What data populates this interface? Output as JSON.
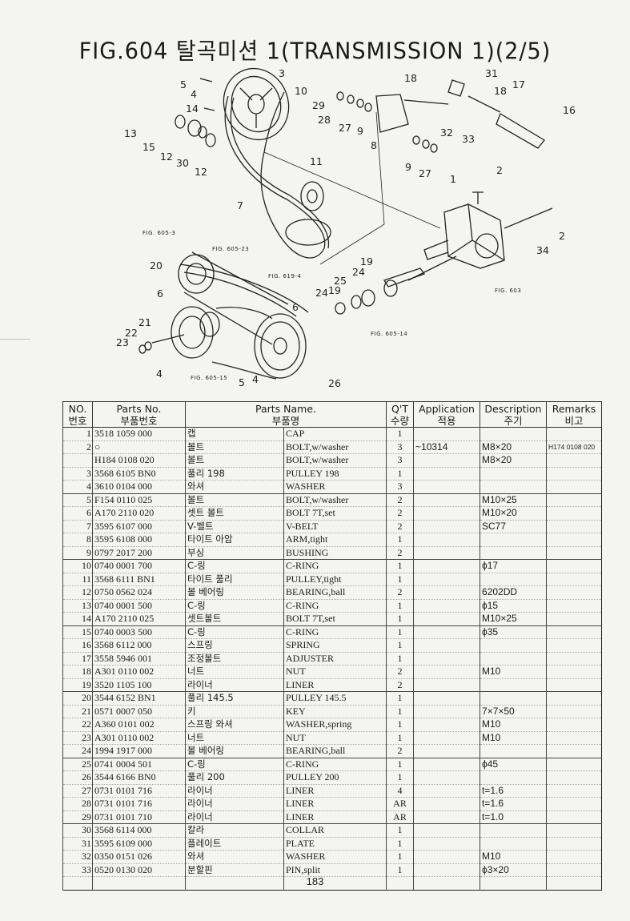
{
  "header": {
    "title": "FIG.604 탈곡미션 1(TRANSMISSION 1)(2/5)"
  },
  "diagram": {
    "callouts": [
      "1",
      "2",
      "2",
      "3",
      "4",
      "4",
      "5",
      "5",
      "6",
      "6",
      "7",
      "8",
      "9",
      "9",
      "10",
      "11",
      "12",
      "12",
      "13",
      "14",
      "15",
      "16",
      "17",
      "18",
      "18",
      "19",
      "19",
      "20",
      "21",
      "22",
      "23",
      "24",
      "24",
      "25",
      "26",
      "27",
      "27",
      "28",
      "29",
      "30",
      "31",
      "32",
      "33",
      "34"
    ],
    "fig_refs": [
      "FIG. 605-3",
      "FIG. 605-23",
      "FIG. 619-4",
      "FIG. 605-14",
      "FIG. 603",
      "FIG. 605-15"
    ]
  },
  "table": {
    "headers": {
      "no": "NO.",
      "no_ko": "번호",
      "parts_no": "Parts No.",
      "parts_no_ko": "부품번호",
      "parts_name": "Parts Name.",
      "parts_name_ko": "부품명",
      "qty": "Q'T",
      "qty_ko": "수량",
      "application": "Application",
      "application_ko": "적용",
      "description": "Description",
      "description_ko": "주기",
      "remarks": "Remarks",
      "remarks_ko": "비고"
    },
    "rows": [
      {
        "no": "1",
        "part": "3518 1059 000",
        "ko": "캡",
        "en": "CAP",
        "qty": "1",
        "app": "",
        "desc": "",
        "rem": ""
      },
      {
        "no": "2",
        "part": "○",
        "ko": "볼트",
        "en": "BOLT,w/washer",
        "qty": "3",
        "app": "~10314",
        "desc": "M8×20",
        "rem": "H174 0108 020"
      },
      {
        "no": "",
        "part": "H184 0108 020",
        "ko": "볼트",
        "en": "BOLT,w/washer",
        "qty": "3",
        "app": "",
        "desc": "M8×20",
        "rem": ""
      },
      {
        "no": "3",
        "part": "3568 6105 BN0",
        "ko": "풀리 198",
        "en": "PULLEY 198",
        "qty": "1",
        "app": "",
        "desc": "",
        "rem": ""
      },
      {
        "no": "4",
        "part": "3610 0104 000",
        "ko": "와셔",
        "en": "WASHER",
        "qty": "3",
        "app": "",
        "desc": "",
        "rem": ""
      },
      {
        "no": "5",
        "part": "F154 0110 025",
        "ko": "볼트",
        "en": "BOLT,w/washer",
        "qty": "2",
        "app": "",
        "desc": "M10×25",
        "rem": ""
      },
      {
        "no": "6",
        "part": "A170 2110 020",
        "ko": "셋트 볼트",
        "en": "BOLT 7T,set",
        "qty": "2",
        "app": "",
        "desc": "M10×20",
        "rem": ""
      },
      {
        "no": "7",
        "part": "3595 6107 000",
        "ko": "V-벨트",
        "en": "V-BELT",
        "qty": "2",
        "app": "",
        "desc": "SC77",
        "rem": ""
      },
      {
        "no": "8",
        "part": "3595 6108 000",
        "ko": "타이트 아암",
        "en": "ARM,tight",
        "qty": "1",
        "app": "",
        "desc": "",
        "rem": ""
      },
      {
        "no": "9",
        "part": "0797 2017 200",
        "ko": "부싱",
        "en": "BUSHING",
        "qty": "2",
        "app": "",
        "desc": "",
        "rem": ""
      },
      {
        "no": "10",
        "part": "0740 0001 700",
        "ko": "C-링",
        "en": "C-RING",
        "qty": "1",
        "app": "",
        "desc": "ϕ17",
        "rem": ""
      },
      {
        "no": "11",
        "part": "3568 6111 BN1",
        "ko": "타이트 풀리",
        "en": "PULLEY,tight",
        "qty": "1",
        "app": "",
        "desc": "",
        "rem": ""
      },
      {
        "no": "12",
        "part": "0750 0562 024",
        "ko": "볼 베어링",
        "en": "BEARING,ball",
        "qty": "2",
        "app": "",
        "desc": "6202DD",
        "rem": ""
      },
      {
        "no": "13",
        "part": "0740 0001 500",
        "ko": "C-링",
        "en": "C-RING",
        "qty": "1",
        "app": "",
        "desc": "ϕ15",
        "rem": ""
      },
      {
        "no": "14",
        "part": "A170 2110 025",
        "ko": "셋트볼트",
        "en": "BOLT 7T,set",
        "qty": "1",
        "app": "",
        "desc": "M10×25",
        "rem": ""
      },
      {
        "no": "15",
        "part": "0740 0003 500",
        "ko": "C-링",
        "en": "C-RING",
        "qty": "1",
        "app": "",
        "desc": "ϕ35",
        "rem": ""
      },
      {
        "no": "16",
        "part": "3568 6112 000",
        "ko": "스프링",
        "en": "SPRING",
        "qty": "1",
        "app": "",
        "desc": "",
        "rem": ""
      },
      {
        "no": "17",
        "part": "3558 5946 001",
        "ko": "조정볼트",
        "en": "ADJUSTER",
        "qty": "1",
        "app": "",
        "desc": "",
        "rem": ""
      },
      {
        "no": "18",
        "part": "A301 0110 002",
        "ko": "너트",
        "en": "NUT",
        "qty": "2",
        "app": "",
        "desc": "M10",
        "rem": ""
      },
      {
        "no": "19",
        "part": "3520 1105 100",
        "ko": "라이너",
        "en": "LINER",
        "qty": "2",
        "app": "",
        "desc": "",
        "rem": ""
      },
      {
        "no": "20",
        "part": "3544 6152 BN1",
        "ko": "풀리 145.5",
        "en": "PULLEY 145.5",
        "qty": "1",
        "app": "",
        "desc": "",
        "rem": ""
      },
      {
        "no": "21",
        "part": "0571 0007 050",
        "ko": "키",
        "en": "KEY",
        "qty": "1",
        "app": "",
        "desc": "7×7×50",
        "rem": ""
      },
      {
        "no": "22",
        "part": "A360 0101 002",
        "ko": "스프링 와셔",
        "en": "WASHER,spring",
        "qty": "1",
        "app": "",
        "desc": "M10",
        "rem": ""
      },
      {
        "no": "23",
        "part": "A301 0110 002",
        "ko": "너트",
        "en": "NUT",
        "qty": "1",
        "app": "",
        "desc": "M10",
        "rem": ""
      },
      {
        "no": "24",
        "part": "1994 1917 000",
        "ko": "볼 베어링",
        "en": "BEARING,ball",
        "qty": "2",
        "app": "",
        "desc": "",
        "rem": ""
      },
      {
        "no": "25",
        "part": "0741 0004 501",
        "ko": "C-링",
        "en": "C-RING",
        "qty": "1",
        "app": "",
        "desc": "ϕ45",
        "rem": ""
      },
      {
        "no": "26",
        "part": "3544 6166 BN0",
        "ko": "풀리 200",
        "en": "PULLEY 200",
        "qty": "1",
        "app": "",
        "desc": "",
        "rem": ""
      },
      {
        "no": "27",
        "part": "0731 0101 716",
        "ko": "라이너",
        "en": "LINER",
        "qty": "4",
        "app": "",
        "desc": "t=1.6",
        "rem": ""
      },
      {
        "no": "28",
        "part": "0731 0101 716",
        "ko": "라이너",
        "en": "LINER",
        "qty": "AR",
        "app": "",
        "desc": "t=1.6",
        "rem": ""
      },
      {
        "no": "29",
        "part": "0731 0101 710",
        "ko": "라이너",
        "en": "LINER",
        "qty": "AR",
        "app": "",
        "desc": "t=1.0",
        "rem": ""
      },
      {
        "no": "30",
        "part": "3568 6114 000",
        "ko": "칼라",
        "en": "COLLAR",
        "qty": "1",
        "app": "",
        "desc": "",
        "rem": ""
      },
      {
        "no": "31",
        "part": "3595 6109 000",
        "ko": "플레이트",
        "en": "PLATE",
        "qty": "1",
        "app": "",
        "desc": "",
        "rem": ""
      },
      {
        "no": "32",
        "part": "0350 0151 026",
        "ko": "와셔",
        "en": "WASHER",
        "qty": "1",
        "app": "",
        "desc": "M10",
        "rem": ""
      },
      {
        "no": "33",
        "part": "0520 0130 020",
        "ko": "분할핀",
        "en": "PIN,split",
        "qty": "1",
        "app": "",
        "desc": "ϕ3×20",
        "rem": ""
      }
    ]
  },
  "footer": {
    "page_number": "183"
  }
}
